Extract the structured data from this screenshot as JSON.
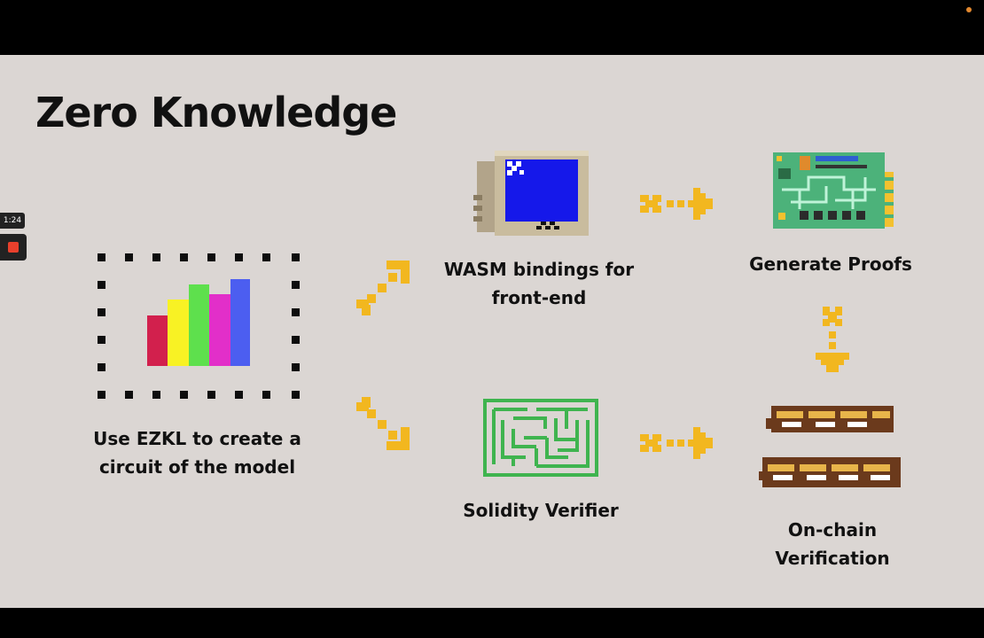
{
  "slide": {
    "title": "Zero Knowledge",
    "labels": {
      "ezkl_line1": "Use EZKL to create a",
      "ezkl_line2": "circuit of the model",
      "wasm_line1": "WASM bindings for",
      "wasm_line2": "front-end",
      "proofs": "Generate Proofs",
      "solidity": "Solidity Verifier",
      "onchain_line1": "On-chain",
      "onchain_line2": "Verification"
    }
  },
  "overlay": {
    "timer": "1:24"
  },
  "icons": {
    "chart": "bar-chart-icon",
    "computer": "computer-monitor-icon",
    "circuit": "circuit-board-icon",
    "maze": "maze-icon",
    "chain": "chain-links-icon",
    "arrow": "pixel-arrow-icon"
  },
  "colors": {
    "slide_background": "#dbd6d3",
    "arrow": "#f2b71f",
    "bars": [
      "#d2204d",
      "#f8f224",
      "#5ee04d",
      "#e22fc9",
      "#4c5ef0"
    ],
    "screen": "#1518ea",
    "board": "#4cb27a",
    "maze": "#3fb44f",
    "chain_dark": "#6b3a1c",
    "chain_light": "#e8b54a"
  }
}
